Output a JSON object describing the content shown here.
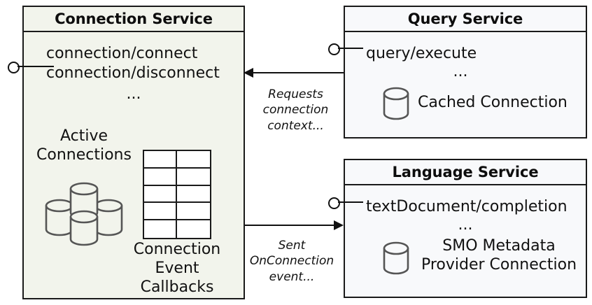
{
  "diagram": {
    "type": "uml-component-diagram",
    "background": "#ffffff",
    "colors": {
      "connection_service_fill": "#f2f4ec",
      "service_fill": "#f8f9fb",
      "border": "#1a1a1a",
      "text": "#111111",
      "cylinder_stroke": "#555555"
    }
  },
  "connection_service": {
    "title": "Connection Service",
    "operations": [
      "connection/connect",
      "connection/disconnect"
    ],
    "ellipsis": "...",
    "interface_name": "provided-interface",
    "artifacts": [
      {
        "label_lines": [
          "Active",
          "Connections"
        ],
        "icon": "database-cluster-icon"
      },
      {
        "label_lines": [
          "Connection",
          "Event",
          "Callbacks"
        ],
        "icon": "table-grid-icon"
      }
    ]
  },
  "query_service": {
    "title": "Query Service",
    "operations": [
      "query/execute"
    ],
    "ellipsis": "...",
    "artifacts": [
      {
        "label_lines": [
          "Cached Connection"
        ],
        "icon": "database-icon"
      }
    ]
  },
  "language_service": {
    "title": "Language Service",
    "operations": [
      "textDocument/completion"
    ],
    "ellipsis": "...",
    "artifacts": [
      {
        "label_lines": [
          "SMO Metadata",
          "Provider Connection"
        ],
        "icon": "database-icon"
      }
    ]
  },
  "connectors": [
    {
      "id": "query-to-connection",
      "from": "query_service",
      "to": "connection_service",
      "direction": "left",
      "label_lines": [
        "Requests",
        "connection",
        "context..."
      ]
    },
    {
      "id": "connection-to-language",
      "from": "connection_service",
      "to": "language_service",
      "direction": "right",
      "label_lines": [
        "Sent",
        "OnConnection",
        "event..."
      ]
    }
  ]
}
